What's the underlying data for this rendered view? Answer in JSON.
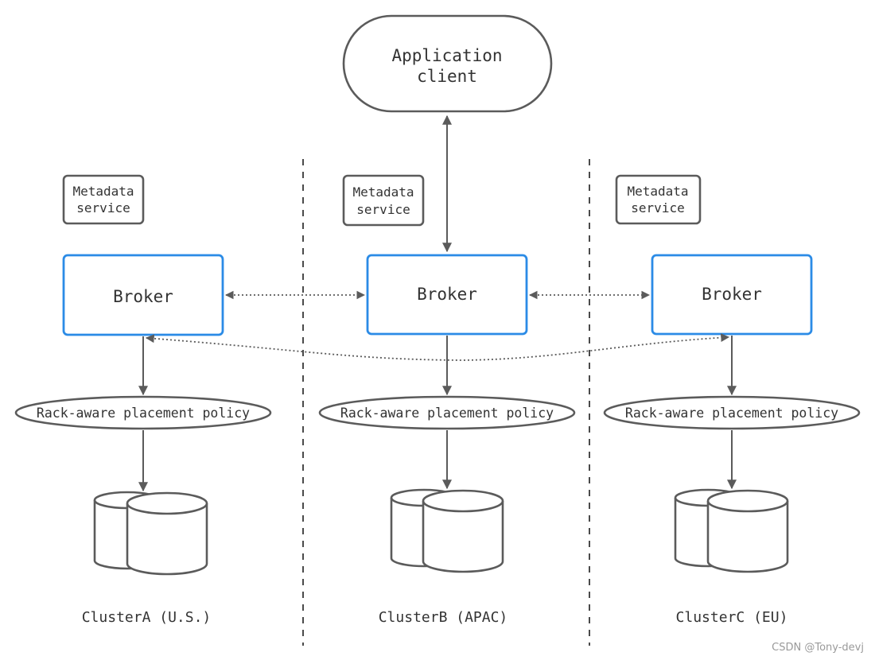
{
  "application_client": {
    "line1": "Application",
    "line2": "client"
  },
  "clusters": [
    {
      "metadata_line1": "Metadata",
      "metadata_line2": "service",
      "broker_label": "Broker",
      "policy_label": "Rack-aware placement policy",
      "cluster_label": "ClusterA (U.S.)"
    },
    {
      "metadata_line1": "Metadata",
      "metadata_line2": "service",
      "broker_label": "Broker",
      "policy_label": "Rack-aware placement policy",
      "cluster_label": "ClusterB (APAC)"
    },
    {
      "metadata_line1": "Metadata",
      "metadata_line2": "service",
      "broker_label": "Broker",
      "policy_label": "Rack-aware placement policy",
      "cluster_label": "ClusterC (EU)"
    }
  ],
  "watermark": "CSDN @Tony-devj",
  "colors": {
    "broker_border": "#2b8be6",
    "line": "#5b5b5b",
    "text": "#333333"
  }
}
